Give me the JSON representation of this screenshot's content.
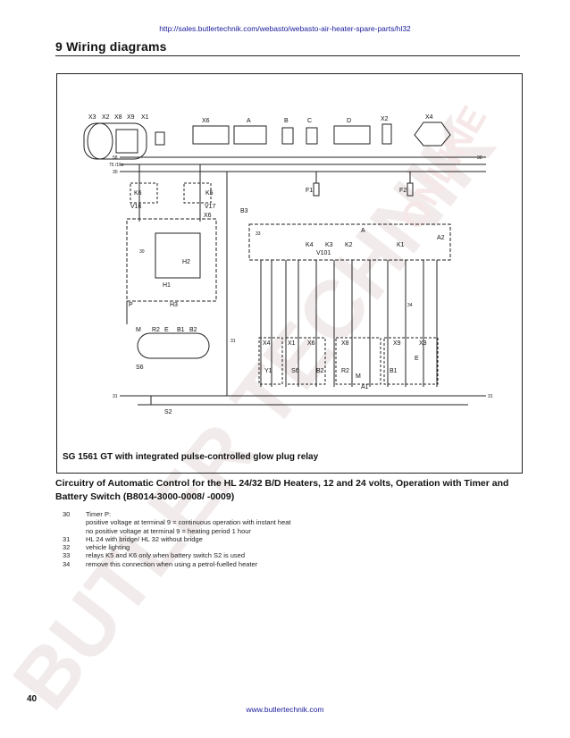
{
  "header": {
    "url": "http://sales.butlertechnik.com/webasto/webasto-air-heater-spare-parts/hl32",
    "chapter_title": "9  Wiring diagrams"
  },
  "diagram": {
    "connector_labels": [
      "X3",
      "X2",
      "X8",
      "X9",
      "X1",
      "X6",
      "A",
      "B",
      "C",
      "D",
      "X2",
      "X4"
    ],
    "component_labels": [
      "K6",
      "K5",
      "V16",
      "V17",
      "F1",
      "F2",
      "B3",
      "X6",
      "A2",
      "A",
      "K4",
      "K3",
      "K2",
      "K1",
      "V101",
      "H2",
      "H1",
      "P",
      "H3",
      "M",
      "R2",
      "E",
      "B1",
      "B2",
      "S6",
      "X4",
      "X1",
      "X6",
      "X8",
      "X9",
      "X3",
      "Y1",
      "S6",
      "B2",
      "R2",
      "M",
      "B1",
      "E",
      "A1",
      "S2"
    ],
    "rail_labels": [
      "58",
      "75 /15s",
      "30",
      "31",
      "31"
    ],
    "note_numbers": [
      "30",
      "33",
      "31",
      "34",
      "32"
    ],
    "frame_caption": "SG 1561 GT with integrated pulse-controlled glow plug relay"
  },
  "caption": "Circuitry of Automatic Control for the HL 24/32 B/D Heaters, 12 and 24 volts, Operation with Timer and Battery Switch  (B8014-3000-0008/ -0009)",
  "notes": [
    {
      "num": "30",
      "text": "Timer P:"
    },
    {
      "num": "",
      "text": "positive voltage at terminal 9 = continuous operation with instant heat"
    },
    {
      "num": "",
      "text": "no positive voltage at terminal 9 = heating period 1 hour"
    },
    {
      "num": "31",
      "text": "HL 24 with bridge/ HL 32 without bridge"
    },
    {
      "num": "32",
      "text": "vehicle lighting"
    },
    {
      "num": "33",
      "text": "relays K5 and K6 only when battery switch S2 is used"
    },
    {
      "num": "34",
      "text": "remove this connection when using a petrol-fuelled heater"
    }
  ],
  "footer": {
    "page_number": "40",
    "url": "www.butlertechnik.com"
  },
  "watermark": {
    "text": "BUTLER TECHNIK",
    "text2": "ONLINE",
    "color": "#e8d8d8"
  }
}
